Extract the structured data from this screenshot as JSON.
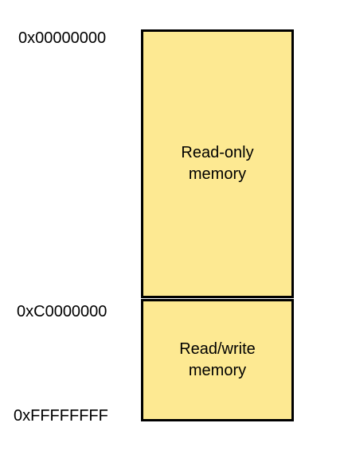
{
  "addresses": {
    "start": "0x00000000",
    "boundary": "0xC0000000",
    "end": "0xFFFFFFFF"
  },
  "regions": [
    {
      "label": "Read-only\nmemory",
      "fill_color": "#fde992"
    },
    {
      "label": "Read/write\nmemory",
      "fill_color": "#fde992"
    }
  ]
}
